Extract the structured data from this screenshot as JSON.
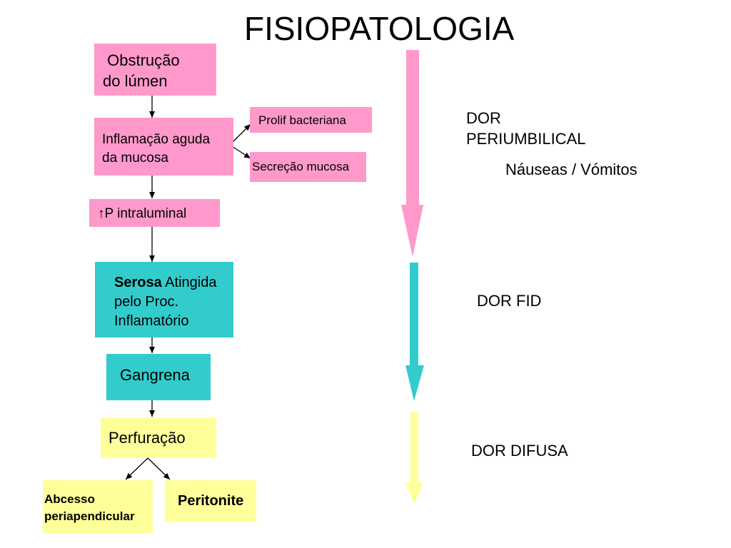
{
  "title": "FISIOPATOLOGIA",
  "flow": {
    "obstrucao_l1": " Obstrução",
    "obstrucao_l2": "do lúmen",
    "inflamacao_l1": "Inflamação aguda",
    "inflamacao_l2": "da mucosa",
    "prolif": "Prolif bacteriana",
    "secrecao": "Secreção mucosa",
    "pressao": "↑P intraluminal",
    "serosa_bold": "Serosa",
    "serosa_l1_rest": " Atingida",
    "serosa_l2": "pelo Proc.",
    "serosa_l3": "Inflamatório",
    "gangrena": "Gangrena",
    "perfuracao": "Perfuração",
    "abcesso_l1": "Abcesso",
    "abcesso_l2": "periapendicular",
    "peritonite": "Peritonite"
  },
  "pain": {
    "dor_peri_l1": "DOR",
    "dor_peri_l2": "PERIUMBILICAL",
    "nauseas": "Náuseas / Vómitos",
    "dor_fid": "DOR FID",
    "dor_difusa": "DOR DIFUSA"
  },
  "colors": {
    "pink": "#ff99cc",
    "teal": "#33cccc",
    "yellow": "#ffff99"
  }
}
